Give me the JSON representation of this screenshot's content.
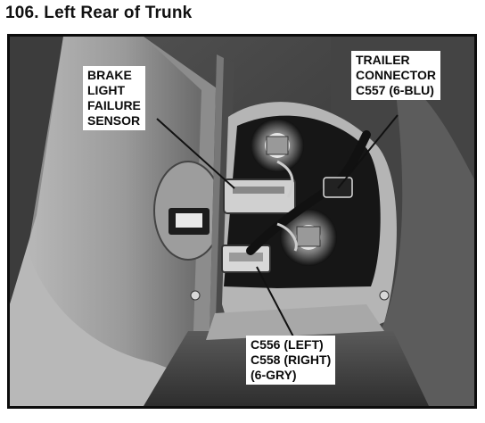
{
  "title": "106. Left Rear of Trunk",
  "callouts": {
    "brake_sensor": "BRAKE\nLIGHT\nFAILURE\nSENSOR",
    "trailer_connector": "TRAILER\nCONNECTOR\nC557 (6-BLU)",
    "taillight_connectors": "C556 (LEFT)\nC558 (RIGHT)\n(6-GRY)"
  }
}
